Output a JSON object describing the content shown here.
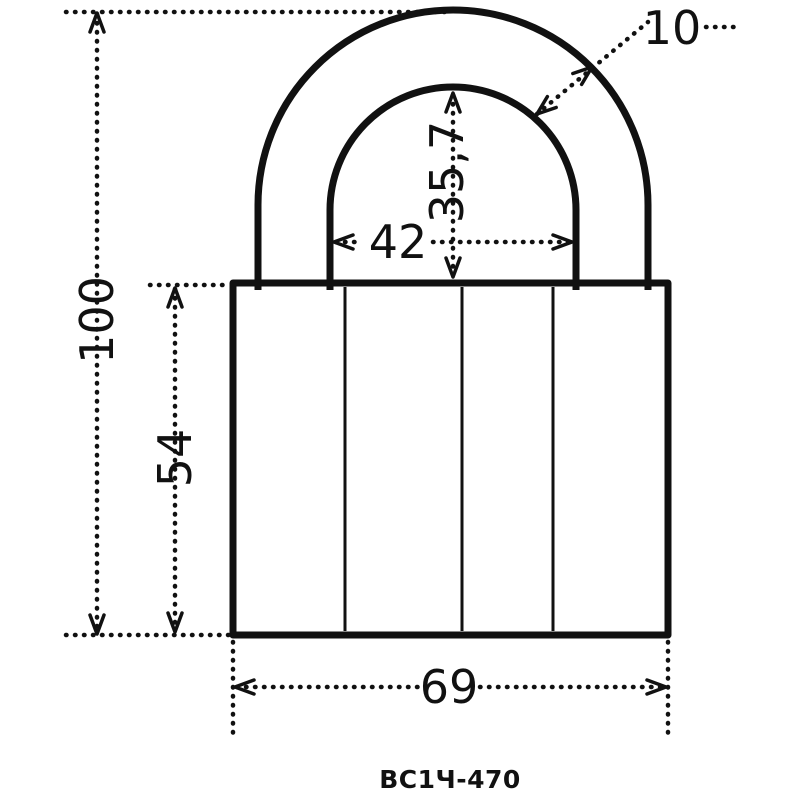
{
  "drawing": {
    "model_label": "ВС1Ч-470",
    "dim_total_height": "100",
    "dim_body_height": "54",
    "dim_inner_width": "42",
    "dim_inner_height": "35,7",
    "dim_shackle_diameter": "10",
    "dim_body_width": "69"
  },
  "colors": {
    "line": "#111111",
    "background": "#ffffff"
  }
}
